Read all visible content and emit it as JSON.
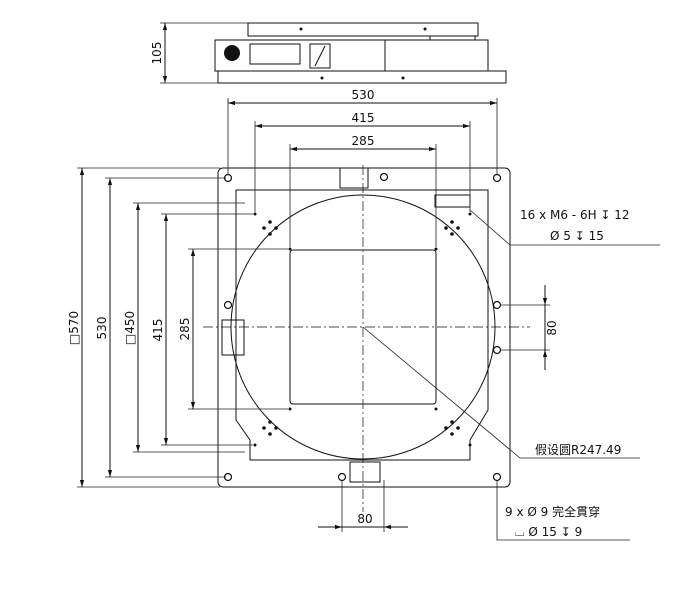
{
  "side_view": {
    "height_dim": "105"
  },
  "top_dims": {
    "d530": "530",
    "d415": "415",
    "d285": "285"
  },
  "left_dims": {
    "d570": "□570",
    "d530": "530",
    "d450": "□450",
    "d415": "415",
    "d285": "285"
  },
  "right_dim": "80",
  "bottom_dim": "80",
  "callouts": {
    "thread_line1": "16 x  M6 - 6H ↧ 12",
    "thread_line2": "Ø 5 ↧ 15",
    "radius": "假设圆R247.49",
    "thru_line1": "9 x  Ø  9 完全貫穿",
    "thru_line2": "⌴  Ø 15 ↧ 9"
  }
}
